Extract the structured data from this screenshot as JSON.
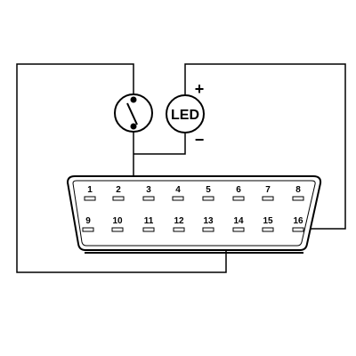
{
  "colors": {
    "line": "#000000",
    "background": "#ffffff"
  },
  "led": {
    "label": "LED",
    "plus": "+",
    "minus": "−"
  },
  "switch": {
    "icon": "switch-icon"
  },
  "connector": {
    "top_row": [
      "1",
      "2",
      "3",
      "4",
      "5",
      "6",
      "7",
      "8"
    ],
    "bottom_row": [
      "9",
      "10",
      "11",
      "12",
      "13",
      "14",
      "15",
      "16"
    ]
  }
}
